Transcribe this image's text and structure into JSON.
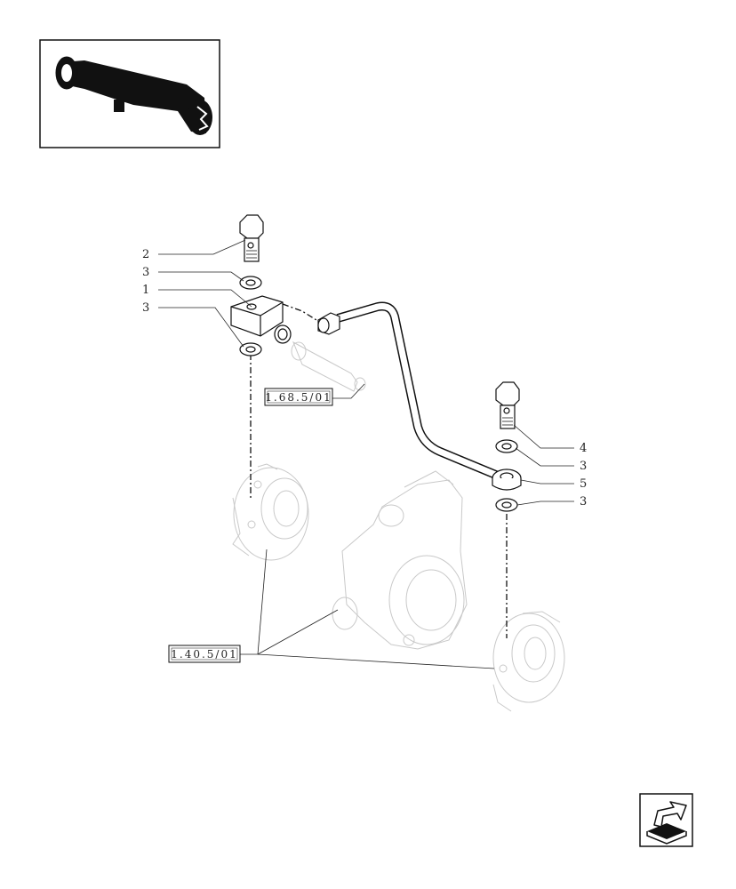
{
  "thumbnail": {
    "icon": "axle-assembly-icon"
  },
  "callouts": [
    {
      "id": "c2a",
      "label": "2"
    },
    {
      "id": "c3a",
      "label": "3"
    },
    {
      "id": "c1",
      "label": "1"
    },
    {
      "id": "c3b",
      "label": "3"
    },
    {
      "id": "c4",
      "label": "4"
    },
    {
      "id": "c3c",
      "label": "3"
    },
    {
      "id": "c5",
      "label": "5"
    },
    {
      "id": "c3d",
      "label": "3"
    }
  ],
  "references": [
    {
      "id": "ref-a",
      "label": "1.68.5/01"
    },
    {
      "id": "ref-b",
      "label": "1.40.5/01"
    }
  ],
  "nav": {
    "icon": "next-page-arrow-icon"
  }
}
